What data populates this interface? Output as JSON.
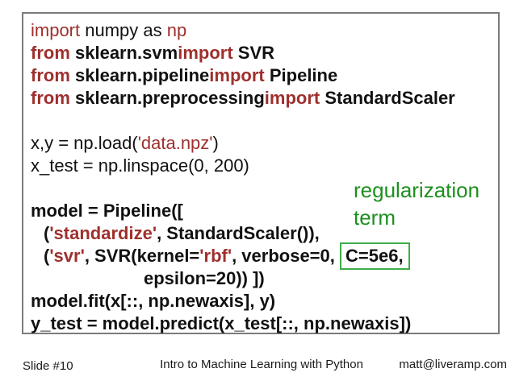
{
  "colors": {
    "code_red": "#9e302d",
    "code_black": "#111111",
    "annotation_green": "#1d8f1f",
    "box_green": "#3fae4a",
    "frame_gray": "#7b7b7b"
  },
  "code": {
    "lines": [
      {
        "bold": false,
        "indent": 0,
        "segments": [
          {
            "t": "import",
            "c": "red"
          },
          {
            "t": " numpy as ",
            "c": "black"
          },
          {
            "t": "np",
            "c": "red"
          }
        ]
      },
      {
        "bold": true,
        "indent": 0,
        "segments": [
          {
            "t": "from",
            "c": "red"
          },
          {
            "t": " sklearn.svm",
            "c": "black"
          },
          {
            "t": "import",
            "c": "red"
          },
          {
            "t": " SVR",
            "c": "black"
          }
        ]
      },
      {
        "bold": true,
        "indent": 0,
        "segments": [
          {
            "t": "from",
            "c": "red"
          },
          {
            "t": " sklearn.pipeline",
            "c": "black"
          },
          {
            "t": "import",
            "c": "red"
          },
          {
            "t": " Pipeline",
            "c": "black"
          }
        ]
      },
      {
        "bold": true,
        "indent": 0,
        "segments": [
          {
            "t": "from",
            "c": "red"
          },
          {
            "t": " sklearn.preprocessing",
            "c": "black"
          },
          {
            "t": "import",
            "c": "red"
          },
          {
            "t": " StandardScaler",
            "c": "black"
          }
        ]
      },
      {
        "bold": false,
        "indent": 0,
        "segments": []
      },
      {
        "bold": false,
        "indent": 0,
        "segments": [
          {
            "t": "x,y = np.load(",
            "c": "black"
          },
          {
            "t": "'data.npz'",
            "c": "red"
          },
          {
            "t": ")",
            "c": "black"
          }
        ]
      },
      {
        "bold": false,
        "indent": 0,
        "segments": [
          {
            "t": "x_test = np.linspace(0, 200)",
            "c": "black"
          }
        ]
      },
      {
        "bold": false,
        "indent": 0,
        "segments": []
      },
      {
        "bold": true,
        "indent": 0,
        "segments": [
          {
            "t": "model = Pipeline([",
            "c": "black"
          }
        ]
      },
      {
        "bold": true,
        "indent": 16,
        "segments": [
          {
            "t": "(",
            "c": "black"
          },
          {
            "t": "'standardize'",
            "c": "red"
          },
          {
            "t": ", StandardScaler()),",
            "c": "black"
          }
        ]
      },
      {
        "bold": true,
        "indent": 16,
        "segments": [
          {
            "t": "(",
            "c": "black"
          },
          {
            "t": "'svr'",
            "c": "red"
          },
          {
            "t": ", SVR(kernel=",
            "c": "black"
          },
          {
            "t": "'rbf'",
            "c": "red"
          },
          {
            "t": ", verbose=0, ",
            "c": "black"
          },
          {
            "t": "C=5e6,",
            "c": "black",
            "boxed": true
          }
        ]
      },
      {
        "bold": true,
        "indent": 140,
        "segments": [
          {
            "t": "epsilon=20)) ])",
            "c": "black"
          }
        ]
      },
      {
        "bold": true,
        "indent": 0,
        "segments": [
          {
            "t": "model.fit(x[::, np.newaxis], y)",
            "c": "black"
          }
        ]
      },
      {
        "bold": true,
        "indent": 0,
        "segments": [
          {
            "t": "y_test = model.predict(x_test[::, np.newaxis])",
            "c": "black"
          }
        ]
      }
    ]
  },
  "annotation": {
    "text": "regularization term"
  },
  "footer": {
    "slide_number": "Slide #10",
    "title": "Intro to Machine Learning with Python",
    "email": "matt@liveramp.com"
  }
}
